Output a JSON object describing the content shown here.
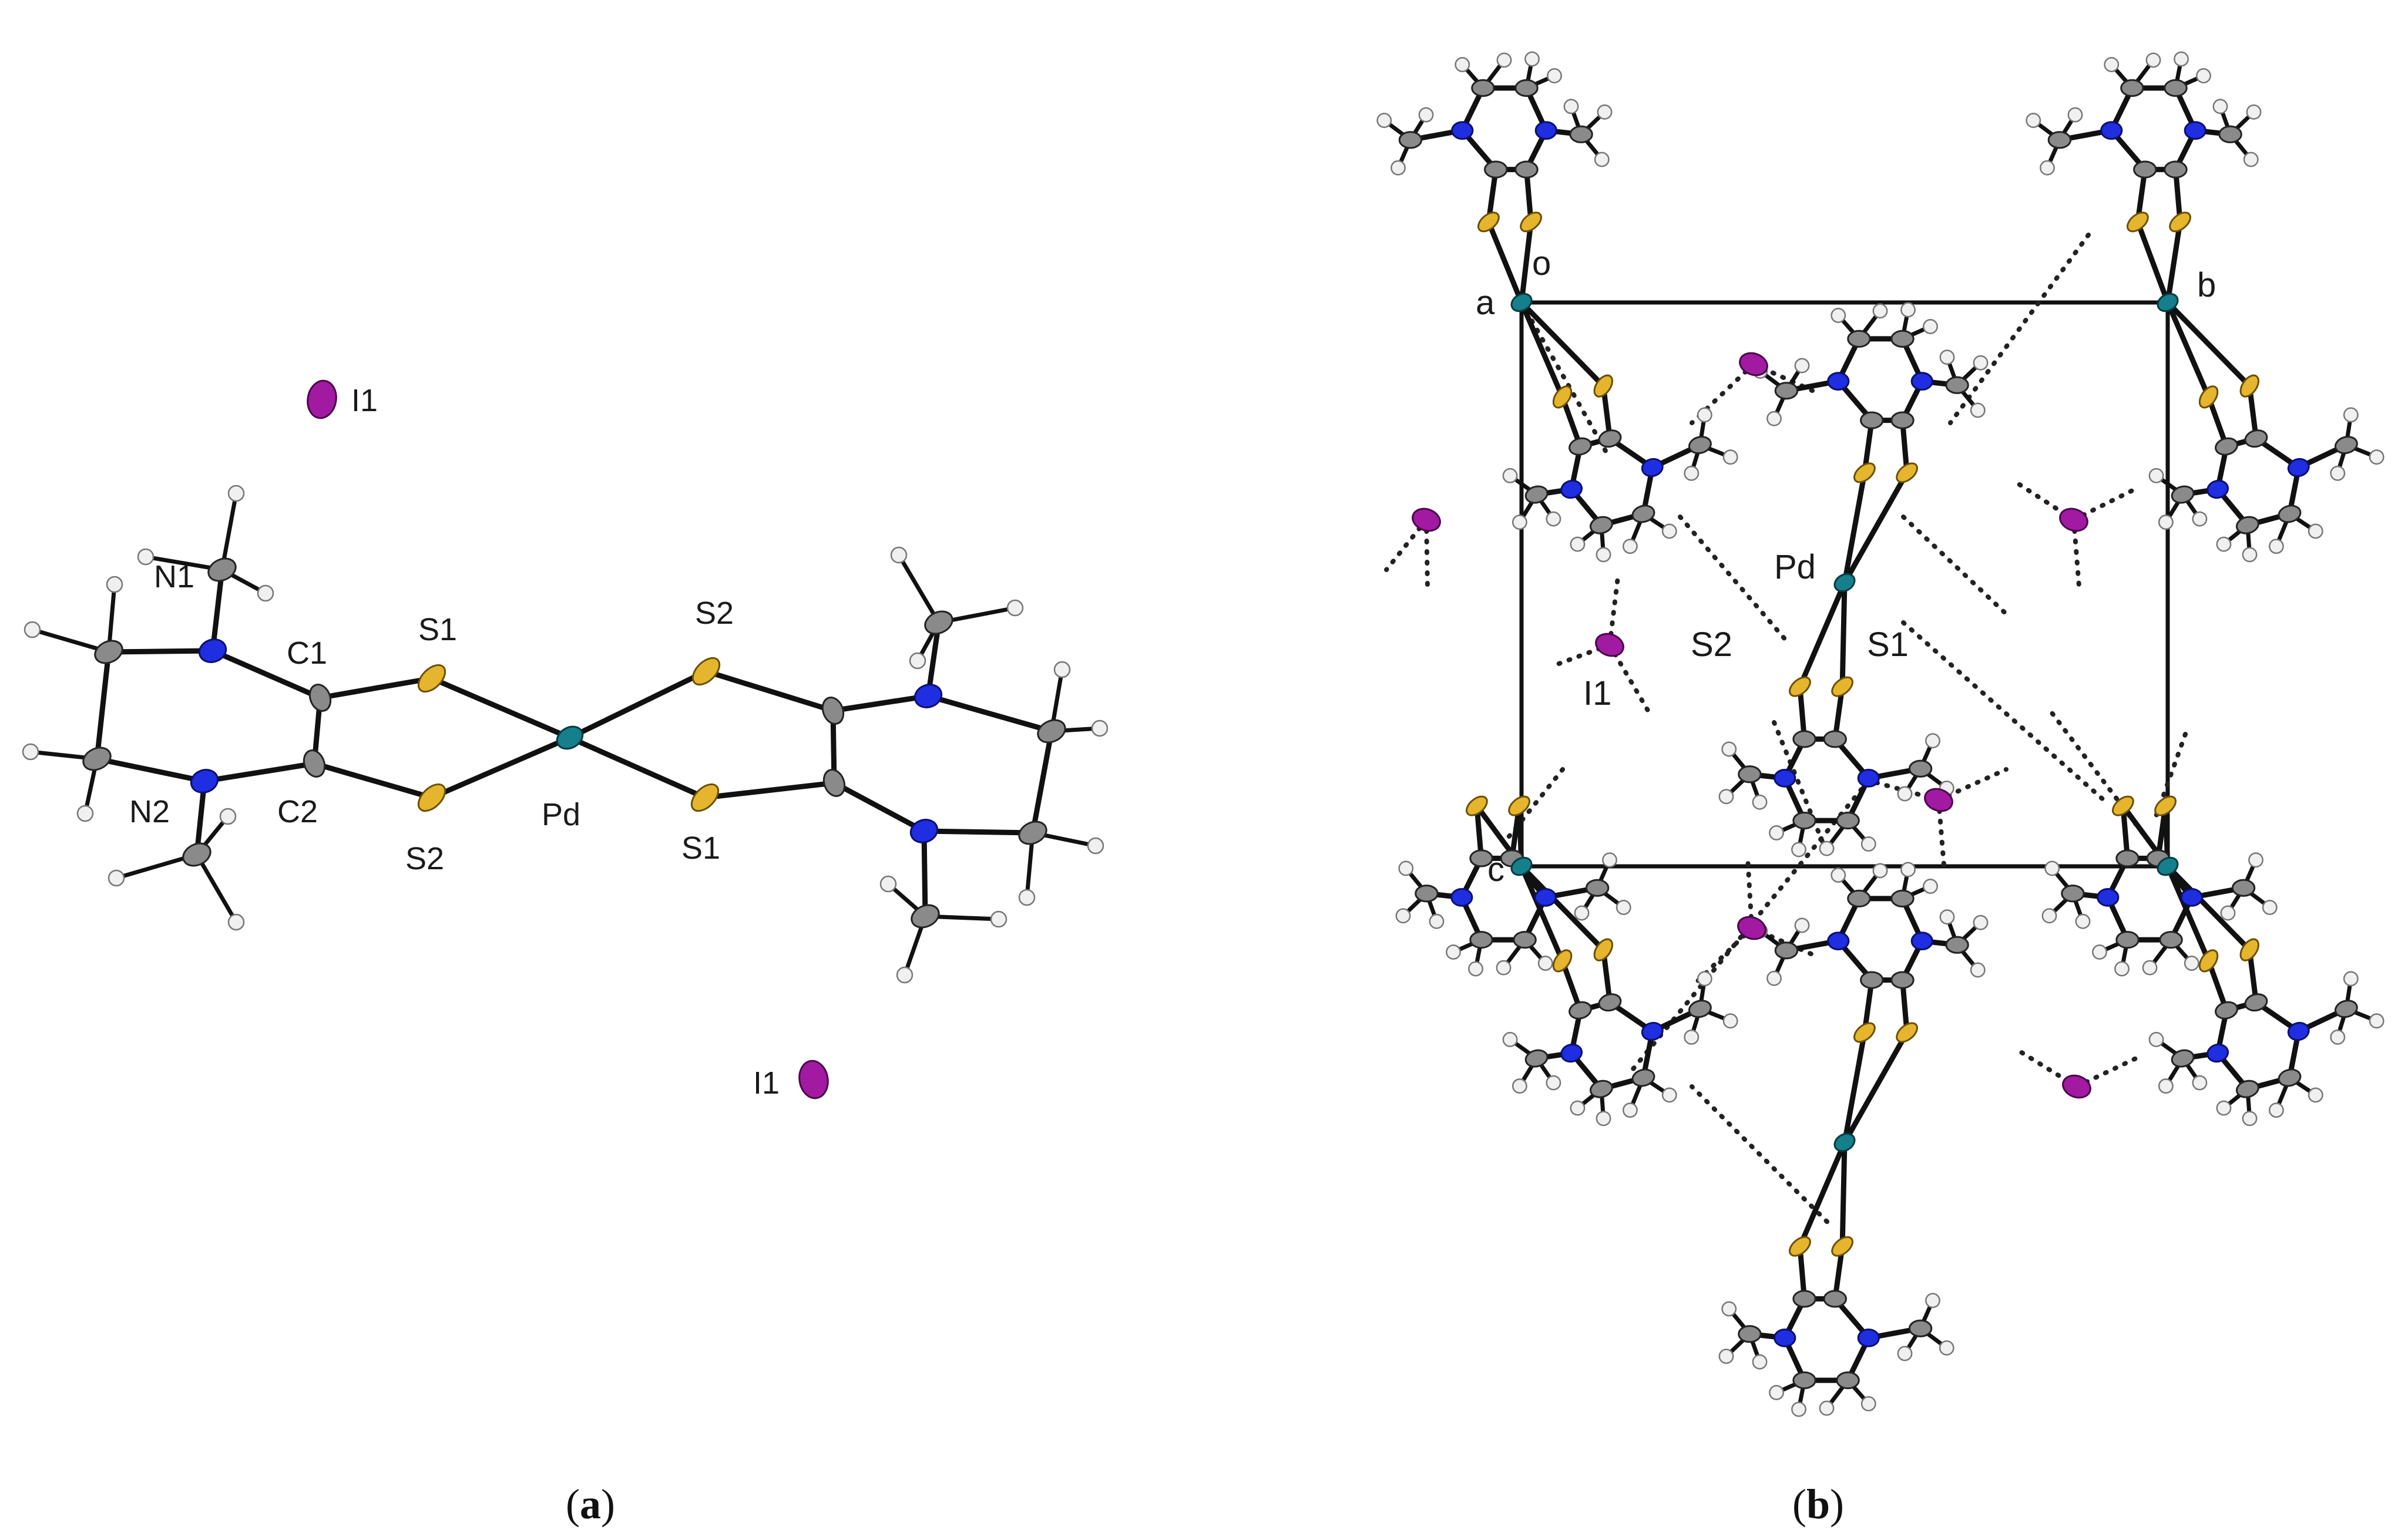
{
  "panel_a": {
    "caption": "(a)",
    "caption_letter": "a",
    "labels": {
      "i1_top": "I1",
      "n1": "N1",
      "n2": "N2",
      "c1": "C1",
      "c2": "C2",
      "s1_left": "S1",
      "s2_left": "S2",
      "pd": "Pd",
      "s2_right": "S2",
      "s1_right": "S1",
      "i1_bottom": "I1"
    }
  },
  "panel_b": {
    "caption": "(b)",
    "caption_letter": "b",
    "axis_labels": {
      "origin": "o",
      "a": "a",
      "b": "b",
      "c": "c"
    },
    "labels": {
      "pd": "Pd",
      "s2": "S2",
      "s1": "S1",
      "i1": "I1"
    }
  },
  "atom_colors": {
    "carbon": "#8a8a8a",
    "nitrogen": "#1e2ee0",
    "sulfur": "#e6b52e",
    "palladium": "#157f8c",
    "iodine": "#a11aa1",
    "hydrogen": "#f0f0f0"
  }
}
